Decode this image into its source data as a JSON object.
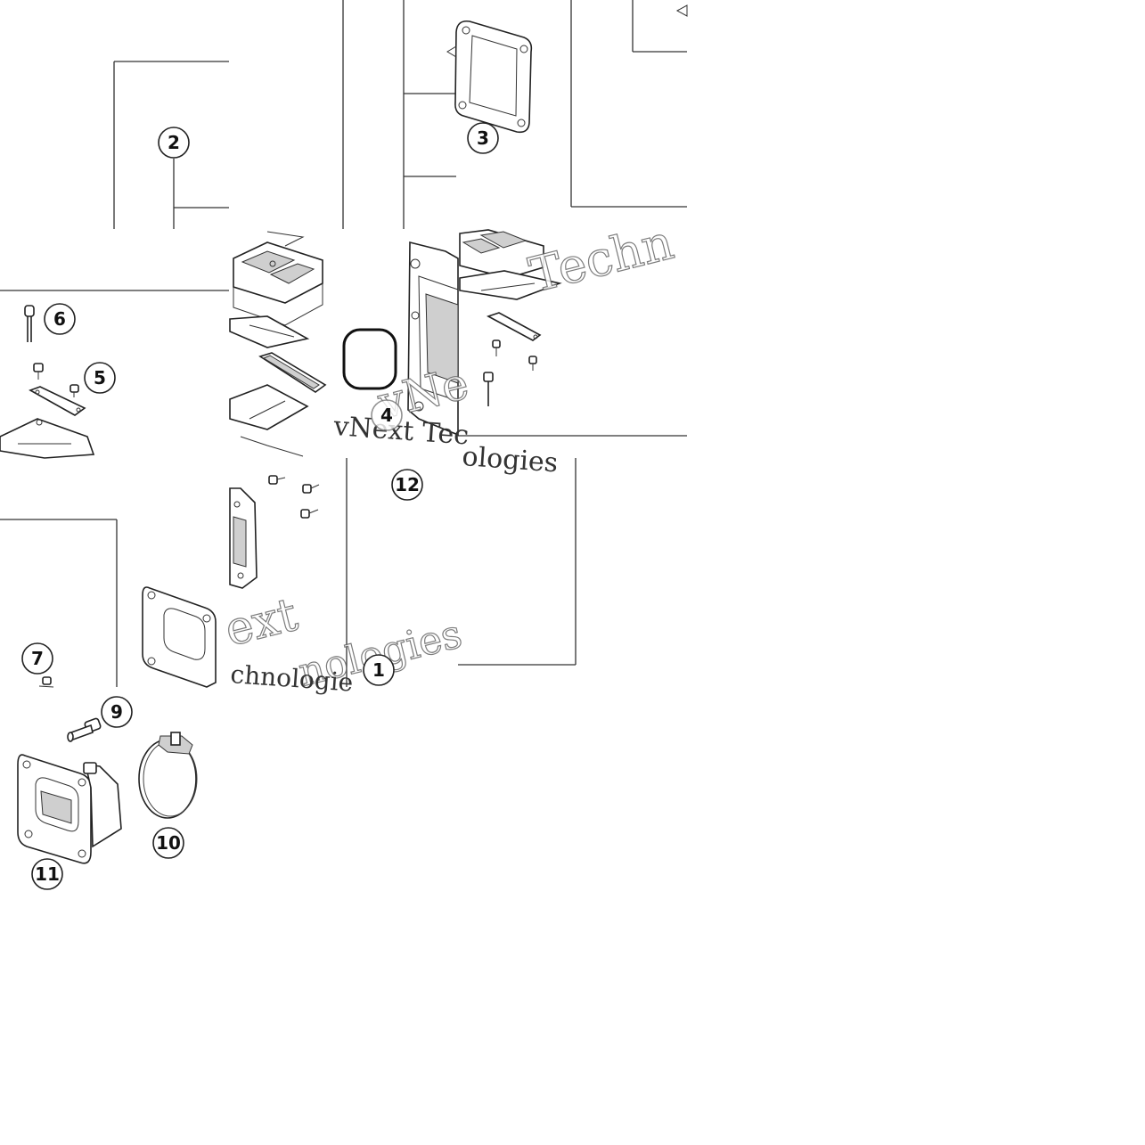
{
  "diagram": {
    "callouts": [
      {
        "id": "1",
        "label": "1"
      },
      {
        "id": "2",
        "label": "2"
      },
      {
        "id": "3",
        "label": "3"
      },
      {
        "id": "4",
        "label": "4"
      },
      {
        "id": "5",
        "label": "5"
      },
      {
        "id": "6",
        "label": "6"
      },
      {
        "id": "7",
        "label": "7"
      },
      {
        "id": "9",
        "label": "9"
      },
      {
        "id": "10",
        "label": "10"
      },
      {
        "id": "11",
        "label": "11"
      },
      {
        "id": "12",
        "label": "12"
      }
    ],
    "watermark": {
      "line1": "vNext Tec",
      "fragments": [
        "Techn",
        "vNe",
        "ologies",
        "ext",
        "nologies",
        "chnologie"
      ]
    }
  }
}
